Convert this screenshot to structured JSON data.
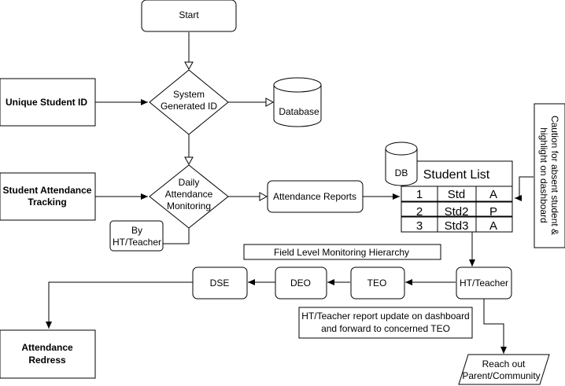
{
  "nodes": {
    "start": "Start",
    "system_generated_line1": "System",
    "system_generated_line2": "Generated ID",
    "database": "Database",
    "unique_student_id": "Unique Student ID",
    "student_attendance_tracking_line1": "Student Attendance",
    "student_attendance_tracking_line2": "Tracking",
    "daily_line1": "Daily",
    "daily_line2": "Attendance",
    "daily_line3": "Monitoring",
    "by_teacher_line1": "By",
    "by_teacher_line2": "HT/Teacher",
    "attendance_reports": "Attendance Reports",
    "db": "DB",
    "student_list_title": "Student List",
    "student_rows": [
      {
        "no": "1",
        "name": "Std",
        "status": "A"
      },
      {
        "no": "2",
        "name": "Std2",
        "status": "P"
      },
      {
        "no": "3",
        "name": "Std3",
        "status": "A"
      }
    ],
    "caution_line1": "Caution for absent student &",
    "caution_line2": "highlight on dashboard",
    "field_level_hierarchy": "Field Level Monitoring Hierarchy",
    "ht_teacher": "HT/Teacher",
    "teo": "TEO",
    "deo": "DEO",
    "dse": "DSE",
    "report_update_line1": "HT/Teacher report update on dashboard",
    "report_update_line2": "and forward to concerned TEO",
    "reach_out_line1": "Reach out",
    "reach_out_line2": "Parent/Community",
    "attendance_redress_line1": "Attendance",
    "attendance_redress_line2": "Redress"
  }
}
